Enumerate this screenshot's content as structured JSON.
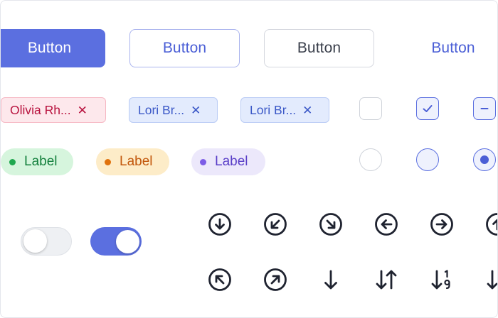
{
  "buttons": {
    "primary_label": "Button",
    "outline_label": "Button",
    "secondary_label": "Button",
    "link_label": "Button"
  },
  "tags": [
    {
      "label": "Olivia Rh...",
      "remove": "✕"
    },
    {
      "label": "Lori Br...",
      "remove": "✕"
    },
    {
      "label": "Lori Br...",
      "remove": "✕"
    }
  ],
  "checkboxes": [
    {
      "state": "unchecked"
    },
    {
      "state": "checked"
    },
    {
      "state": "indeterminate"
    }
  ],
  "labels": [
    {
      "text": "Label",
      "color": "#14803d"
    },
    {
      "text": "Label",
      "color": "#c2570b"
    },
    {
      "text": "Label",
      "color": "#5a3fc8"
    }
  ],
  "radios": [
    {
      "state": "unselected"
    },
    {
      "state": "hover"
    },
    {
      "state": "selected"
    }
  ],
  "toggles": [
    {
      "state": "off"
    },
    {
      "state": "on"
    }
  ],
  "icons": [
    "arrow-down-circle-icon",
    "arrow-down-left-circle-icon",
    "arrow-down-right-circle-icon",
    "arrow-left-circle-icon",
    "arrow-right-circle-icon",
    "arrow-up-circle-icon",
    "arrow-up-left-circle-icon",
    "arrow-up-right-circle-icon",
    "arrow-down-icon",
    "arrows-down-up-icon",
    "sort-numeric-down-icon",
    "arrow-down-partial-icon"
  ],
  "colors": {
    "accent": "#5b6fe0",
    "accent_text": "#4b5fd6",
    "neutral_border": "#cfd3da"
  }
}
